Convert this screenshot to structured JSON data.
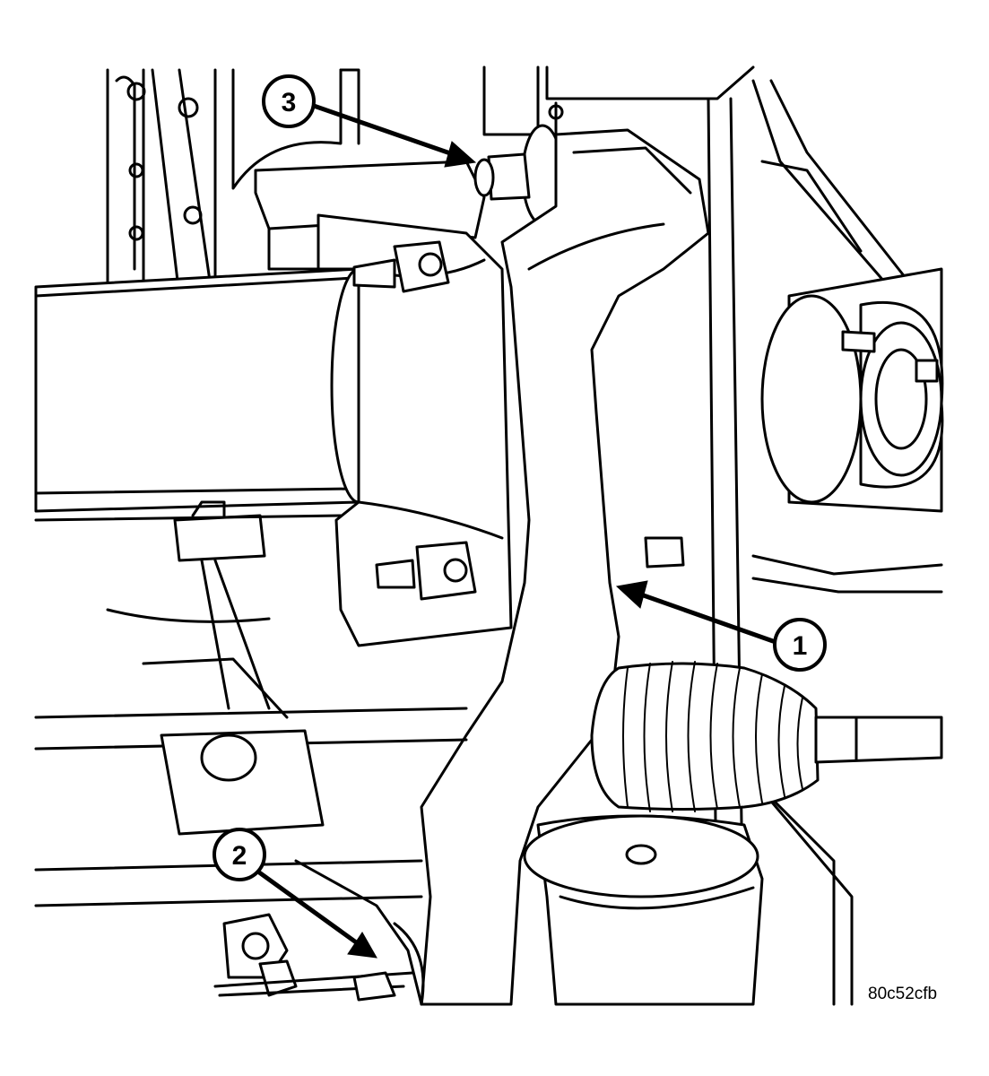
{
  "callouts": [
    {
      "label": "1"
    },
    {
      "label": "2"
    },
    {
      "label": "3"
    }
  ],
  "figure_code": "80c52cfb"
}
